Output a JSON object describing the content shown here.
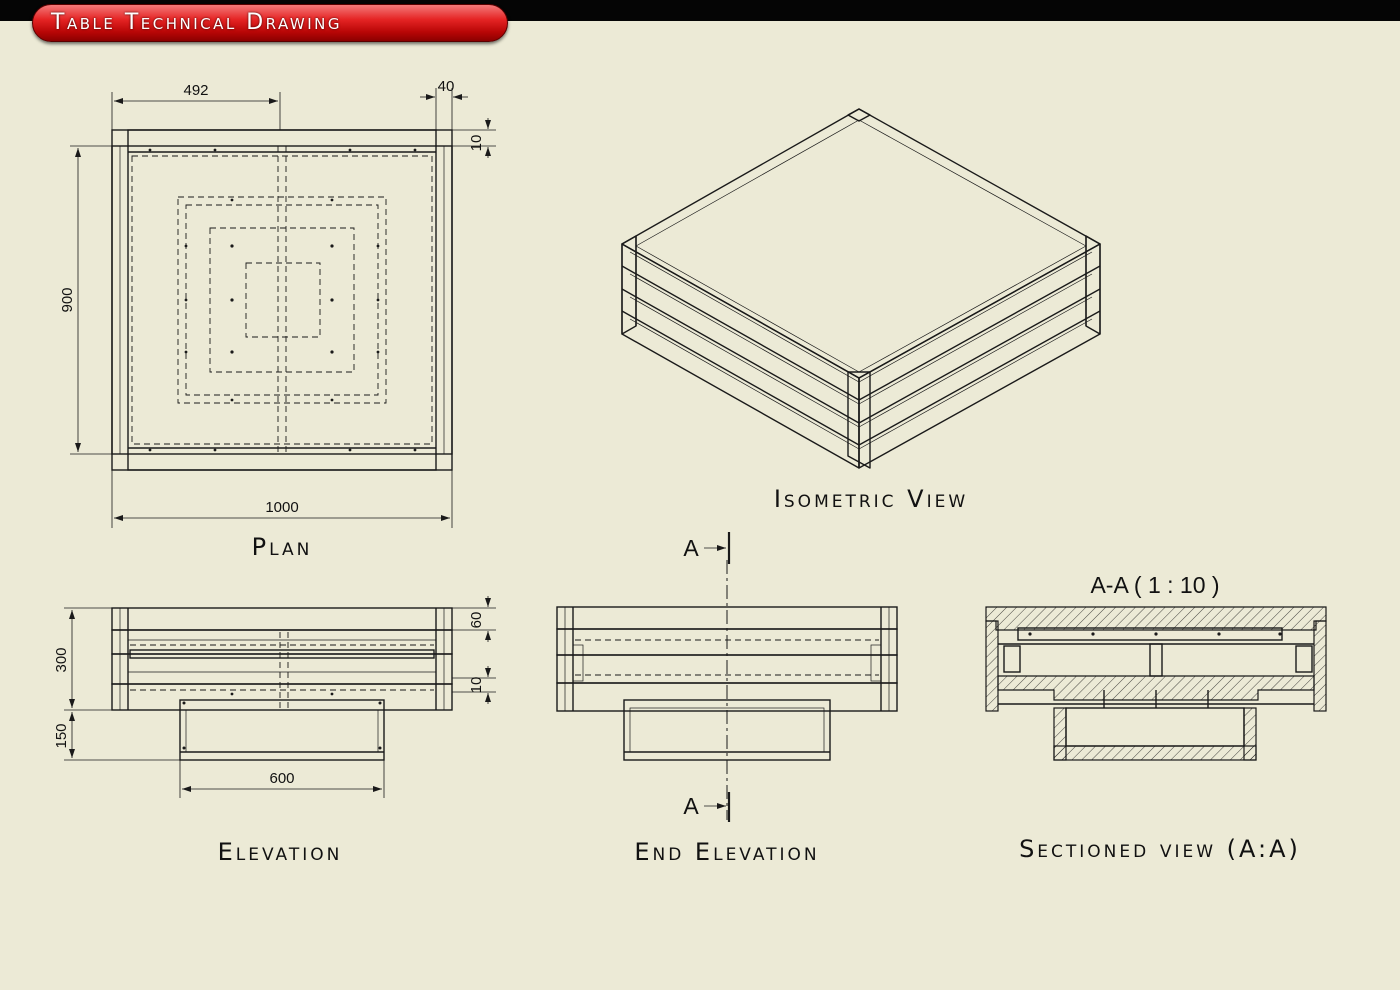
{
  "header": {
    "title": "Table Technical Drawing"
  },
  "views": {
    "plan": {
      "label": "Plan",
      "dim_top": "492",
      "dim_corner": "40",
      "dim_rail": "10",
      "dim_side": "900",
      "dim_bottom": "1000"
    },
    "isometric": {
      "label": "Isometric View"
    },
    "elevation": {
      "label": "Elevation",
      "dim_top_rail": "60",
      "dim_rail": "10",
      "dim_height": "300",
      "dim_base": "150",
      "dim_base_width": "600"
    },
    "end_elevation": {
      "label": "End Elevation",
      "section_marker_top": "A",
      "section_marker_bottom": "A"
    },
    "section": {
      "label": "Sectioned view (A:A)",
      "caption": "A-A  ( 1 : 10 )"
    }
  },
  "colors": {
    "background": "#ecead6",
    "title_pill": "#e52424",
    "top_bar": "#050505",
    "linework": "#1a1a1a"
  }
}
